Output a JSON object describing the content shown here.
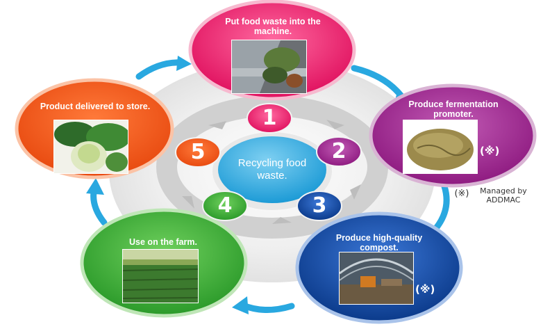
{
  "center": {
    "label": "Recycling food waste."
  },
  "steps": [
    {
      "number": "1",
      "title": "Put food waste into the machine.",
      "color": "#e8196a"
    },
    {
      "number": "2",
      "title": "Produce fermentation promoter.",
      "color": "#a1238f",
      "ref_mark": "(※)"
    },
    {
      "number": "3",
      "title": "Produce high-quality compost.",
      "color": "#0d47a1",
      "ref_mark": "(※)"
    },
    {
      "number": "4",
      "title": "Use on the farm.",
      "color": "#3aaa35"
    },
    {
      "number": "5",
      "title": "Product delivered to store.",
      "color": "#f05a1a"
    }
  ],
  "note": {
    "mark": "(※)",
    "text": "Managed by ADDMAC"
  },
  "colors": {
    "arrow": "#29a8e0",
    "center": "#29a8e0",
    "ring": "#d6d6d6"
  }
}
